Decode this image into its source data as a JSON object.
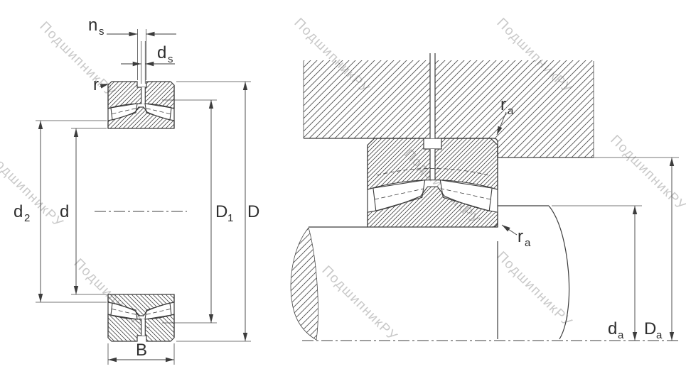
{
  "watermark": {
    "text": "ПодшипникРУ"
  },
  "labels": {
    "ns": {
      "main": "n",
      "sub": "s"
    },
    "ds": {
      "main": "d",
      "sub": "s"
    },
    "r": "r",
    "d2": {
      "main": "d",
      "sub": "2"
    },
    "d": "d",
    "D1": {
      "main": "D",
      "sub": "1"
    },
    "D": "D",
    "B": "B",
    "ra": {
      "main": "r",
      "sub": "a"
    },
    "da": {
      "main": "d",
      "sub": "a"
    },
    "Da": {
      "main": "D",
      "sub": "a"
    }
  },
  "colors": {
    "line": "#3c3c3c",
    "label": "#2e2e2e",
    "watermark": "#c9c9c9",
    "background": "#ffffff"
  }
}
